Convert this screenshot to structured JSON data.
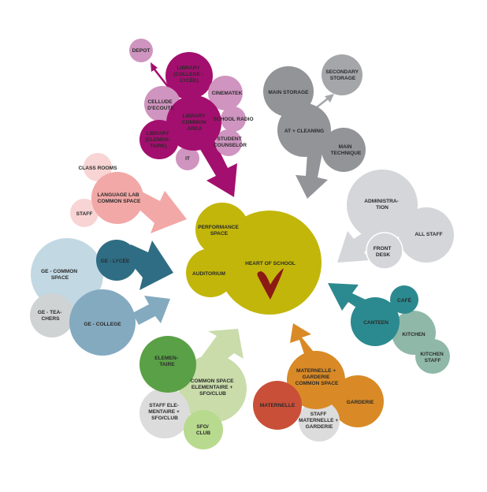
{
  "center": {
    "heart": "HEART OF SCHOOL",
    "performance": [
      "PERFORMANCE",
      "SPACE"
    ],
    "auditorium": "AUDITORIUM"
  },
  "library": {
    "depot": "DEPOT",
    "library_top": [
      "LIBRARY",
      "(COLLEGE -",
      "LYCÉE)"
    ],
    "cinematek": "CINEMATEK",
    "cellude": [
      "CELLUDE",
      "D'ECOUTE"
    ],
    "common": [
      "LIBRARY",
      "COMMON",
      "AREA"
    ],
    "radio": "SCHOOL RADIO",
    "elem": [
      "LIBRARY",
      "(ELEMEN-",
      "TAIRE)"
    ],
    "counselor": [
      "STUDENT",
      "COUNSELOR"
    ],
    "it": "IT"
  },
  "storage": {
    "main_storage": "MAIN STORAGE",
    "secondary": [
      "SECONDARY",
      "STORAGE"
    ],
    "at_cleaning": "AT + CLEANING",
    "technique": [
      "MAIN",
      "TECHNIQUE"
    ]
  },
  "admin": {
    "administration": [
      "ADMINISTRA-",
      "TION"
    ],
    "all_staff": "ALL STAFF",
    "front_desk": [
      "FRONT",
      "DESK"
    ]
  },
  "canteen": {
    "canteen": "CANTEEN",
    "cafe": "CAFÉ",
    "kitchen": "KITCHEN",
    "kitchen_staff": [
      "KITCHEN",
      "STAFF"
    ]
  },
  "maternelle": {
    "common": [
      "MATERNELLE +",
      "GARDERIE",
      "COMMON SPACE"
    ],
    "maternelle": "MATERNELLE",
    "garderie": "GARDERIE",
    "staff": [
      "STAFF",
      "MATERNELLE +",
      "GARDERIE"
    ]
  },
  "elementaire": {
    "elem": [
      "ELEMEN-",
      "TAIRE"
    ],
    "common": [
      "COMMON SPACE",
      "ELEMENTAIRE +",
      "SFO/CLUB"
    ],
    "staff": [
      "STAFF ELE-",
      "MENTAIRE +",
      "SFO/CLUB"
    ],
    "sfo": [
      "SFO/",
      "CLUB"
    ]
  },
  "ge": {
    "common": [
      "GE - COMMON",
      "SPACE"
    ],
    "lycee": "GE - LYCÉE",
    "teachers": [
      "GE - TEA-",
      "CHERS"
    ],
    "college": "GE - COLLEGE"
  },
  "language": {
    "class_rooms": "CLASS ROOMS",
    "lab": [
      "LANGUAGE LAB",
      "COMMON SPACE"
    ],
    "staff": "STAFF"
  },
  "colors": {
    "heart": "#c2b60a",
    "heart_mark": "#8c1a14",
    "library": "#a30f6e",
    "library_light": "#cf94c0",
    "storage": "#929497",
    "storage_light": "#a5a6a9",
    "admin": "#d4d6d9",
    "canteen": "#2b8a8f",
    "canteen_light": "#8fb8a9",
    "maternelle": "#d98a26",
    "maternelle_red": "#c94f38",
    "maternelle_grey": "#dcdcdc",
    "elementaire_green": "#5aa046",
    "elementaire_light": "#c9dcaa",
    "elementaire_lime": "#b8da8e",
    "ge_dark": "#2f6d84",
    "ge_mid": "#84aac0",
    "ge_light": "#c2d8e3",
    "ge_grey": "#cfd3d4",
    "language": "#f2a8a6",
    "language_light": "#f8d4d4"
  }
}
